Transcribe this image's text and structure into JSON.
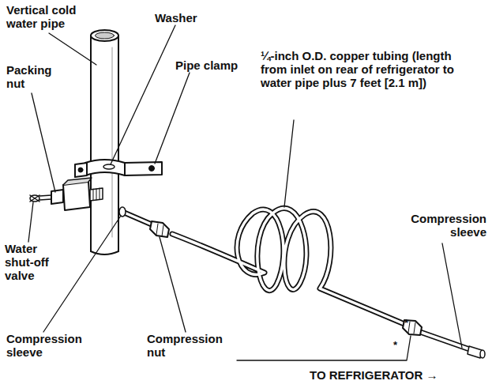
{
  "diagram": {
    "labels": [
      "Vertical cold water pipe",
      "Washer",
      "Pipe clamp",
      "Packing nut",
      "¼-inch O.D. copper tubing (length from inlet on rear of refrigerator to water pipe plus 7 feet [2.1 m])",
      "Compression sleeve",
      "Water shut-off valve",
      "Compression sleeve",
      "Compression nut",
      "*",
      "*",
      "TO REFRIGERATOR →"
    ]
  }
}
